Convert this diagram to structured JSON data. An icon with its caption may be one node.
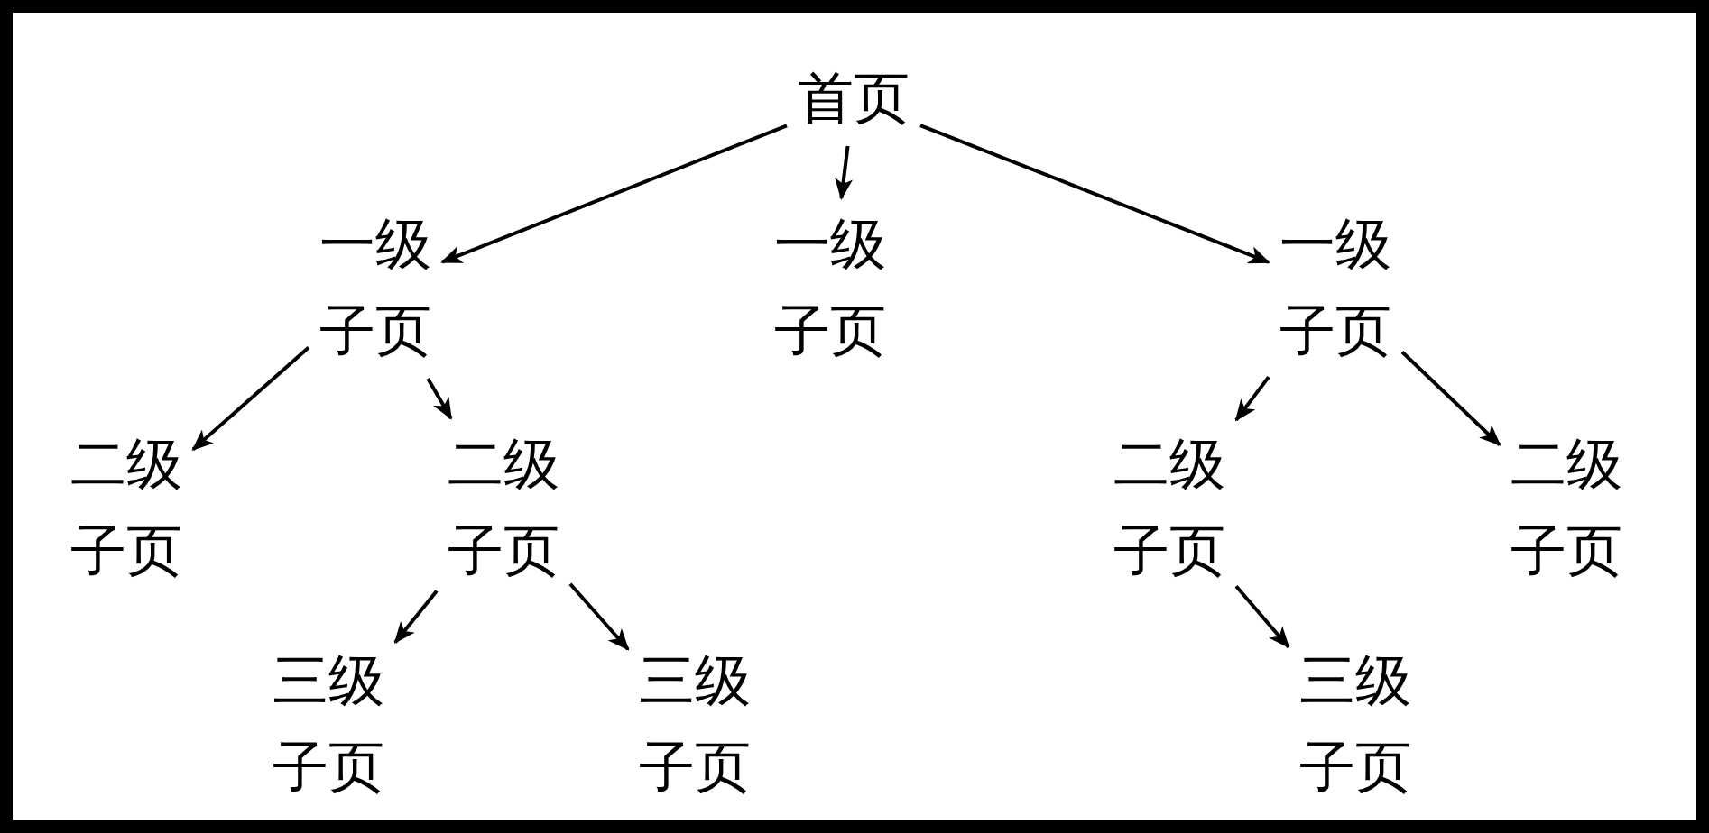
{
  "diagram": {
    "nodes": [
      {
        "text": [
          "首页"
        ]
      },
      {
        "text": [
          "一级子页"
        ]
      },
      {
        "text": [
          "一级子页"
        ]
      },
      {
        "text": [
          "一级子页"
        ]
      },
      {
        "text": [
          "二级子页"
        ]
      },
      {
        "text": [
          "二级子页"
        ]
      },
      {
        "text": [
          "三级子页"
        ]
      },
      {
        "text": [
          "三级子页"
        ]
      },
      {
        "text": [
          "二级子页"
        ]
      },
      {
        "text": [
          "二级子页"
        ]
      },
      {
        "text": [
          "三级子页"
        ]
      }
    ],
    "edges": [
      {
        "from": 0,
        "to": 1,
        "arrow": "to"
      },
      {
        "from": 0,
        "to": 2,
        "arrow": "to"
      },
      {
        "from": 0,
        "to": 3,
        "arrow": "to"
      },
      {
        "from": 1,
        "to": 4,
        "arrow": "to"
      },
      {
        "from": 1,
        "to": 5,
        "arrow": "to"
      },
      {
        "from": 5,
        "to": 6,
        "arrow": "to"
      },
      {
        "from": 5,
        "to": 7,
        "arrow": "to"
      },
      {
        "from": 3,
        "to": 8,
        "arrow": "to"
      },
      {
        "from": 3,
        "to": 9,
        "arrow": "to"
      },
      {
        "from": 8,
        "to": 10,
        "arrow": "to"
      }
    ]
  }
}
